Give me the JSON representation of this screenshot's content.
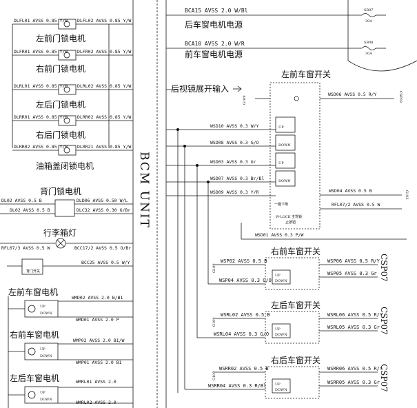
{
  "bcm_label": "BCM UNIT",
  "motors_left": [
    {
      "label": "左前门锁电机",
      "w1": "DLFL01 AVSS 0.85 Y/B",
      "w2": "DLFL02 AVSS 0.85 Y/W"
    },
    {
      "label": "右前门锁电机",
      "w1": "DLFR01 AVSS 0.85 Y/B",
      "w2": "DLFR02 AVSS 0.85 Y/W"
    },
    {
      "label": "左后门锁电机",
      "w1": "DLRL01 AVSS 0.85 Y/B",
      "w2": "DLRL02 AVSS 0.85 Y/W"
    },
    {
      "label": "右后门锁电机",
      "w1": "DLRR01 AVSS 0.85 Y/B",
      "w2": "DLRR02 AVSS 0.85 Y/W"
    },
    {
      "label": "油箱盖闭锁电机",
      "w1": "DLRR02 AVSS 0.85 Y/B",
      "w2": "DLRR21 AVSS 0.85 Y/W"
    }
  ],
  "back_lock": {
    "label": "背门锁电机",
    "w_left_top": "DL02 AVSS 0.5 B",
    "w_left_bot": "DL02 AVSS 0.5 B",
    "w_right_top": "DLD06 AVSS 0.50 W/L",
    "w_right_bot": "DLC32 AVSS 0.30 G/Br"
  },
  "trunk_lamp": {
    "label": "行李箱灯",
    "w_left": "RFL07/3 AVSS 0.5 W",
    "w_right": "BCC17/2 AVSS 0.5 O/Br"
  },
  "trunk_switch": {
    "label": "背门开关",
    "w": "BCC25 AVSS 0.5 W/Y"
  },
  "window_motors": [
    {
      "label": "左前车窗电机",
      "w1": "WMD02 AVSS 2.0 B/B1",
      "w2": "WMD01 AVSS 2.0 P"
    },
    {
      "label": "右前车窗电机",
      "w1": "WMP02 AVSS 2.0 B1/W",
      "w2": "WMP01 AVSS 2.0 B1"
    },
    {
      "label": "左后车窗电机",
      "w1": "WMRL01 AVSS 2.0",
      "w2": "WMRL02 AVSS 2.0"
    }
  ],
  "up": "UP",
  "down": "DOWN",
  "top_right": {
    "w1": "BCA15 AVSS 2.0 W/Bl",
    "l1": "后车窗电机电源",
    "w2": "BCA10 AVSS 2.0 W/R",
    "l2": "前车窗电机电源",
    "f1": "SB07",
    "a1": "30A",
    "f2": "SB08",
    "a2": "30A"
  },
  "mirror_label": "后视镜展开输入",
  "main_switch": {
    "title": "左前车窗开关",
    "wires_left": [
      "WSD10 AVSS 0.3 W/Y",
      "WSD08 AVSS 0.3 G/O",
      "WSD03 AVSS 0.3 Gr",
      "WSD07 AVSS 0.3 Br/Bl",
      "WSD09 AVSS 0.3 Y/R"
    ],
    "w_top": "WSD06 AVSS 0.5 R/Y",
    "w_gnd": "WSD04 AVSS 0.5 B",
    "w_rfl": "RFL07/2 AVSS 0.5 W",
    "w_bottom": "WSD01 AVSS 0.3 P/W",
    "wlock": "W-LOCK 主驾锁",
    "wlock2": "止按钮",
    "onekey": "一键下降",
    "conn": "CSP03",
    "g1": "G109",
    "g2": "G103"
  },
  "sub_switches": [
    {
      "title": "右前车窗开关",
      "wl1": "WSP02 AVSS 0.5 B",
      "wl2": "WSP04 AVSS 0.3 G/O",
      "wr1": "WSP06 AVSS 0.5 R/Y",
      "wr2": "WSP05 AVSS 0.3 Gr",
      "conn": "CSP07",
      "g": "G109"
    },
    {
      "title": "左后车窗开关",
      "wl1": "WSRL02 AVSS 0.5 B",
      "wl2": "WSRL04 AVSS 0.3 G/O",
      "wr1": "WSRL06 AVSS 0.5 R/Y",
      "wr2": "WSRL05 AVSS 0.3 Gr",
      "conn": "CSP07",
      "g": "G109"
    },
    {
      "title": "右后车窗开关",
      "wl1": "WSRR02 AVSS 0.5 B",
      "wl2": "WSRR04 AVSS 0.3 R/Bl",
      "wr1": "WSRR06 AVSS 0.5 R/Y",
      "wr2": "WSRR05 AVSS 0.3 Gr",
      "conn": "CSP07",
      "g": "G109"
    }
  ]
}
